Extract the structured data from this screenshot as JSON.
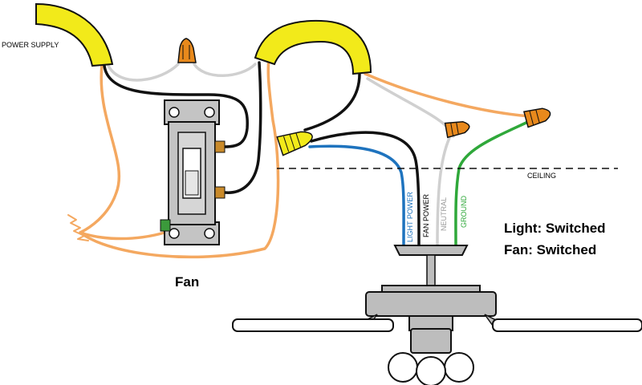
{
  "labels": {
    "power_supply": "POWER SUPPLY",
    "ceiling": "CEILING",
    "switch_caption": "Fan",
    "light_status": "Light: Switched",
    "fan_status": "Fan: Switched"
  },
  "wire_labels": {
    "light_power": "LIGHT POWER",
    "fan_power": "FAN POWER",
    "neutral": "NEUTRAL",
    "ground": "GROUND"
  },
  "colors": {
    "cable_jacket": "#f2ea1a",
    "ground_wire": "#f4a860",
    "hot_wire": "#111111",
    "neutral_wire": "#d0d0d0",
    "light_wire": "#1e73be",
    "fan_ground_wire": "#2fa83a",
    "wire_nut_orange": "#e8891c",
    "wire_nut_yellow": "#f2ea1a",
    "switch_body": "#c4c4c4",
    "fan_body": "#bdbdbd",
    "brass_screw": "#c98a2a",
    "green_screw": "#3b9a3b"
  }
}
